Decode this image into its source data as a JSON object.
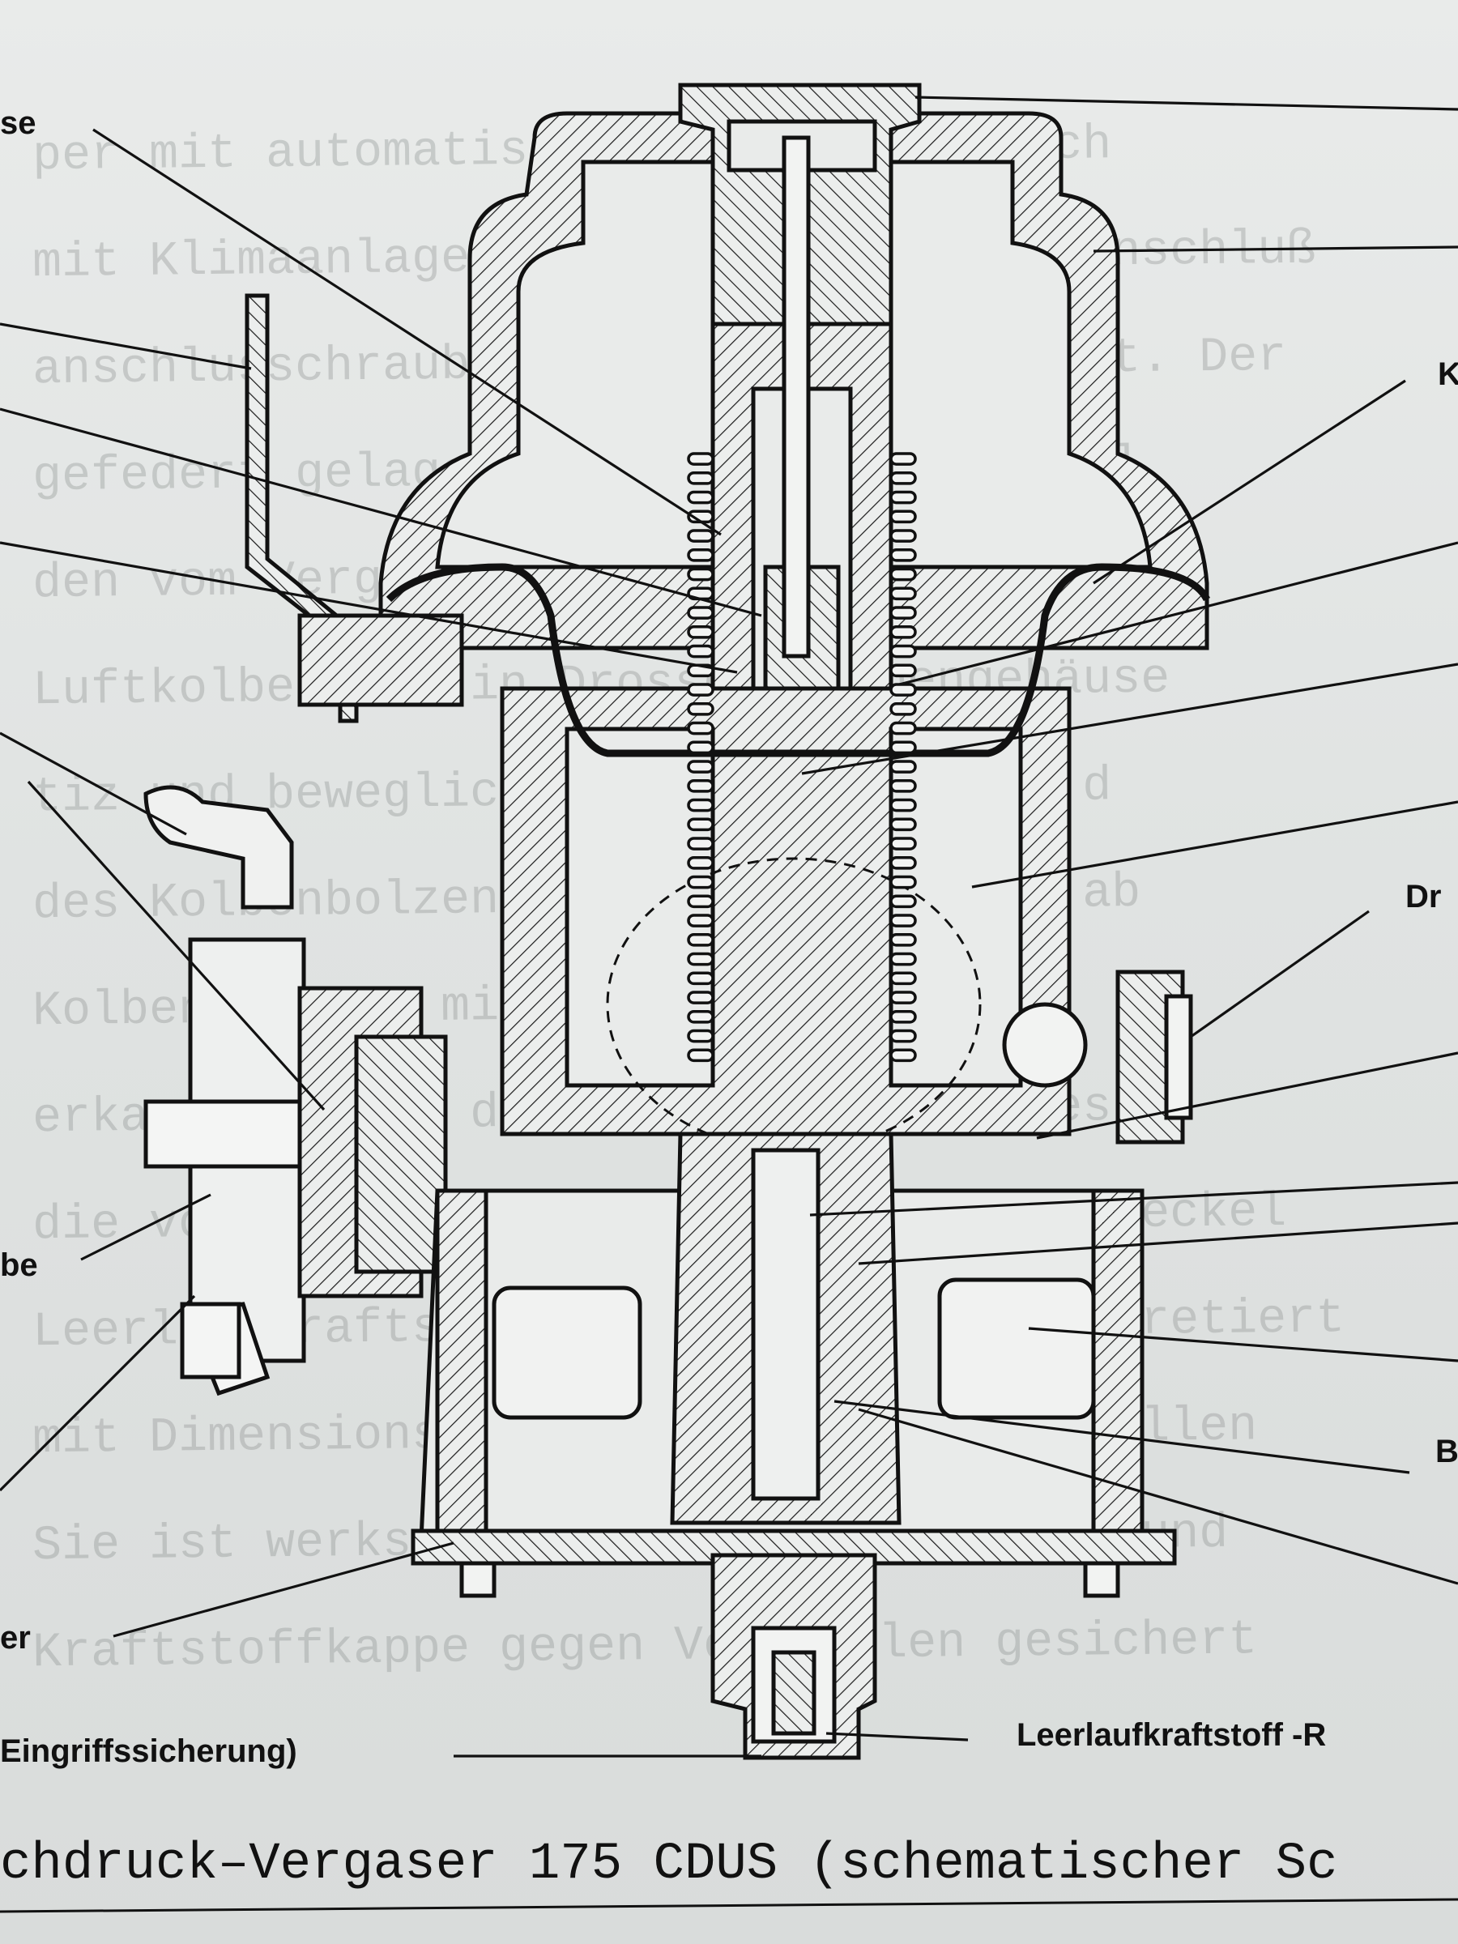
{
  "labels": {
    "left_top": "se",
    "left_middle": "be",
    "left_lower": "er",
    "bottom_left": "Eingriffssicherung)",
    "bottom_center": "Leerlaufkraftstoff -R",
    "right_k": "K",
    "right_dr": "Dr",
    "right_b": "B"
  },
  "caption": "chdruck–Vergaser 175 CDUS (schematischer Sc",
  "background_text": [
    "per mit automatischem Choke, wie auch",
    "mit Klimaanlage, ist ein Unterdruck-Anschluß",
    "anschlusschraube am Gehäuse angebracht. Der",
    "gefedert gelagerten Kolben und die Kol",
    "den vom Vergaserdeckel aufgenommen. Die",
    "Luftkolben ist in Drosselklappengehäuse",
    "tiz und bewegliche Nadel mit Feder, d",
    "des Kolbenbolzens am Vergaserdeckel ab",
    "Kolbengehäuse mit dem Kolben in der",
    "erkammerdeckel des Vergasers wird des",
    "die von der Nadel gestellt unter den Deckel",
    "Leerlaufkraftstoff-Einstellschraube arretiert",
    "mit Dimensionsvorrichtung gegen Verstellen",
    "Sie ist werksseitig genau eingestellt und",
    "Kraftstoffkappe gegen Verstellen gesichert"
  ],
  "colors": {
    "paper": "#e4e6e5",
    "ink": "#111111",
    "ghost_text": "#8b8f8e"
  }
}
